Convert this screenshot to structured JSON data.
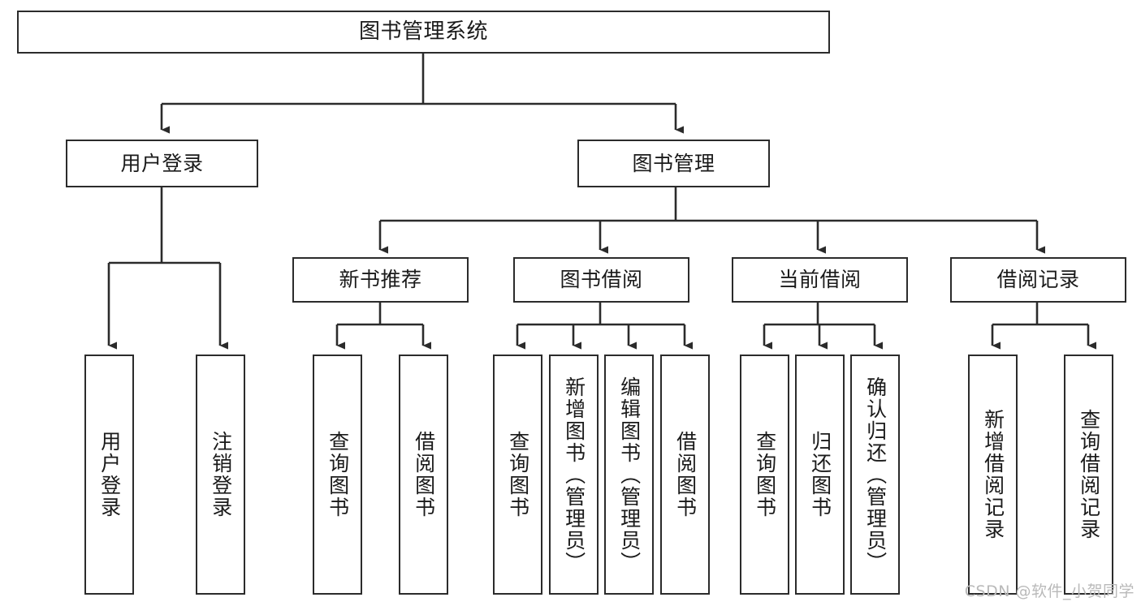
{
  "diagram": {
    "type": "tree",
    "title": "图书管理系统",
    "theme": {
      "box_border": "#2b2b2b",
      "box_fill": "#ffffff",
      "edge_color": "#2b2b2b",
      "text_color": "#1a1a1a",
      "background": "#ffffff",
      "watermark_color": "#b9b9b9"
    },
    "root": {
      "label": "图书管理系统"
    },
    "level2": [
      {
        "label": "用户登录"
      },
      {
        "label": "图书管理"
      }
    ],
    "level3": [
      {
        "label": "新书推荐"
      },
      {
        "label": "图书借阅"
      },
      {
        "label": "当前借阅"
      },
      {
        "label": "借阅记录"
      }
    ],
    "leaves": [
      {
        "label": "用户登录"
      },
      {
        "label": "注销登录"
      },
      {
        "label": "查询图书"
      },
      {
        "label": "借阅图书"
      },
      {
        "label": "查询图书"
      },
      {
        "label": "新增图书（管理员）"
      },
      {
        "label": "编辑图书（管理员）"
      },
      {
        "label": "借阅图书"
      },
      {
        "label": "查询图书"
      },
      {
        "label": "归还图书"
      },
      {
        "label": "确认归还（管理员）"
      },
      {
        "label": "新增借阅记录"
      },
      {
        "label": "查询借阅记录"
      }
    ],
    "watermark": "CSDN @软件_小贺同学"
  }
}
